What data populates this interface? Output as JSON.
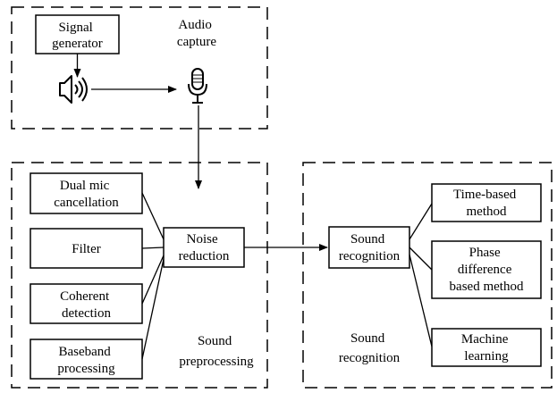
{
  "audio_capture": {
    "signal_generator": [
      "Signal",
      "generator"
    ],
    "label": [
      "Audio",
      "capture"
    ],
    "icons": [
      "speaker-icon",
      "microphone-icon"
    ]
  },
  "preprocessing": {
    "methods": [
      [
        "Dual mic",
        "cancellation"
      ],
      [
        "Filter"
      ],
      [
        "Coherent",
        "detection"
      ],
      [
        "Baseband",
        "processing"
      ]
    ],
    "noise_reduction": [
      "Noise",
      "reduction"
    ],
    "label": [
      "Sound",
      "preprocessing"
    ]
  },
  "recognition": {
    "sound_recognition_box": [
      "Sound",
      "recognition"
    ],
    "methods": [
      [
        "Time-based",
        "method"
      ],
      [
        "Phase",
        "difference",
        "based method"
      ],
      [
        "Machine",
        "learning"
      ]
    ],
    "label": [
      "Sound",
      "recognition"
    ]
  }
}
